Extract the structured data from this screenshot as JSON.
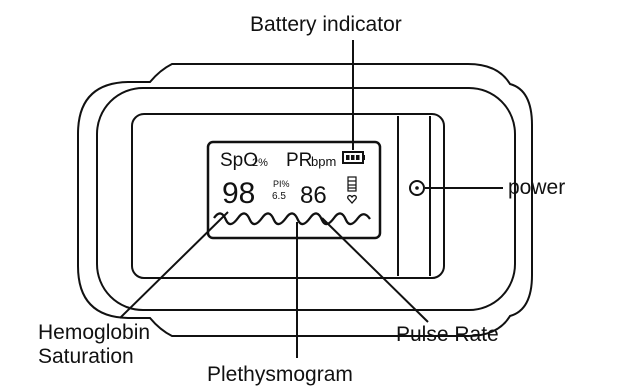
{
  "callouts": {
    "battery_indicator": "Battery indicator",
    "power": "power",
    "hemoglobin_line1": "Hemoglobin",
    "hemoglobin_line2": "Saturation",
    "pulse_rate": "Pulse Rate",
    "plethysmogram": "Plethysmogram"
  },
  "screen": {
    "spo2_label": "SpO",
    "spo2_unit": "2%",
    "pr_label": "PR",
    "pr_unit": "bpm",
    "spo2_value": "98",
    "pi_label": "PI%",
    "pi_value": "6.5",
    "pr_value": "86"
  },
  "colors": {
    "line": "#111111",
    "background": "#ffffff"
  }
}
